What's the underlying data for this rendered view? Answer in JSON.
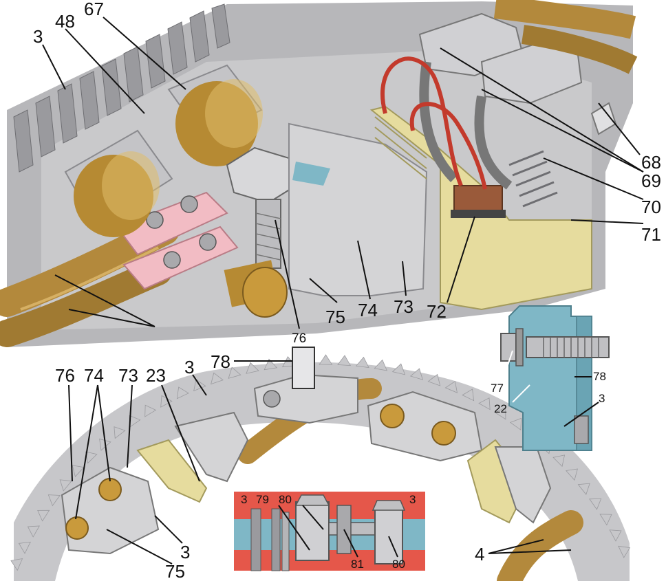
{
  "colors": {
    "background": "#ffffff",
    "steel": "#c9c9cb",
    "steel_dark": "#8e8e92",
    "brass": "#b68a33",
    "brass_light": "#e0bd6a",
    "copper_lug": "#f2bcc4",
    "insulator": "#e6dc9e",
    "blue_section": "#7fb7c6",
    "red_section": "#e5574a",
    "spring_red": "#c33a2c",
    "cable": "#b3893c"
  },
  "callouts": {
    "top": {
      "c3": "3",
      "c48": "48",
      "c67": "67",
      "c68": "68",
      "c69": "69",
      "c70": "70",
      "c71": "71",
      "c72": "72",
      "c73": "73",
      "c74": "74",
      "c75": "75",
      "c76": "76"
    },
    "bottom": {
      "c78": "78",
      "c76": "76",
      "c74": "74",
      "c73": "73",
      "c23": "23",
      "c3a": "3",
      "c3b": "3",
      "c75": "75",
      "c4": "4"
    },
    "detail_section": {
      "c77": "77",
      "c22": "22",
      "c78": "78",
      "c3": "3"
    },
    "detail_red": {
      "c3a": "3",
      "c79": "79",
      "c80a": "80",
      "c81": "81",
      "c80b": "80",
      "c3b": "3"
    }
  }
}
